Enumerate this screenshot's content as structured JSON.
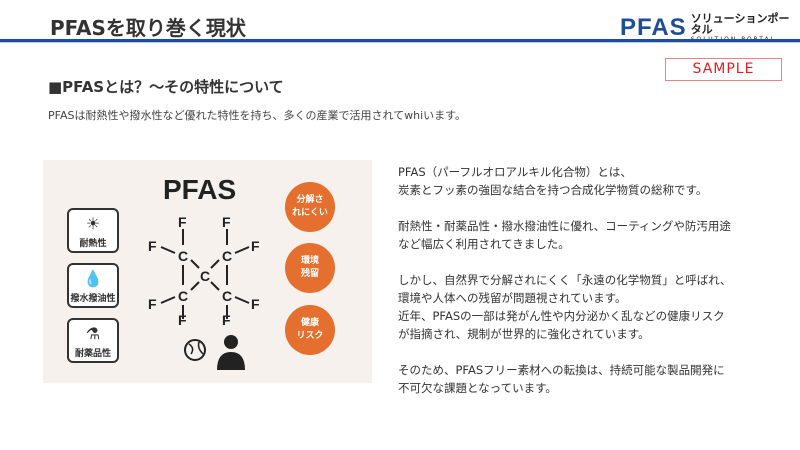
{
  "header": {
    "title": "PFASを取り巻く現状",
    "logo_main": "PFAS",
    "logo_jp": "ソリューションポータル",
    "logo_en": "SOLUTION PORTAL"
  },
  "sample_label": "SAMPLE",
  "section": {
    "heading": "■PFASとは？～その特性について",
    "lead": "PFASは耐熱性や撥水性など優れた特性を持ち、多くの産業で活用されてwhiいます。"
  },
  "figure": {
    "title": "PFAS",
    "properties": [
      {
        "icon": "sun-icon",
        "label": "耐熱性"
      },
      {
        "icon": "water-drop-icon",
        "label": "撥水撥油性"
      },
      {
        "icon": "flask-icon",
        "label": "耐薬品性"
      }
    ],
    "badges": [
      {
        "line1": "分解さ",
        "line2": "れにくい"
      },
      {
        "line1": "環境",
        "line2": "残留"
      },
      {
        "line1": "健康",
        "line2": "リスク"
      }
    ],
    "atoms": {
      "c": "C",
      "f": "F"
    },
    "colors": {
      "badge": "#e46f2e",
      "bg": "#f6f1ec"
    }
  },
  "description": [
    "PFAS（パーフルオロアルキル化合物）とは、",
    "炭素とフッ素の強固な結合を持つ合成化学物質の総称です。",
    "耐熱性・耐薬品性・撥水撥油性に優れ、コーティングや防汚用途",
    "など幅広く利用されてきました。",
    "しかし、自然界で分解されにくく「永遠の化学物質」と呼ばれ、",
    "環境や人体への残留が問題視されています。",
    "近年、PFASの一部は発がん性や内分泌かく乱などの健康リスク",
    "が指摘され、規制が世界的に強化されています。",
    "そのため、PFASフリー素材への転換は、持続可能な製品開発に",
    "不可欠な課題となっています。"
  ]
}
